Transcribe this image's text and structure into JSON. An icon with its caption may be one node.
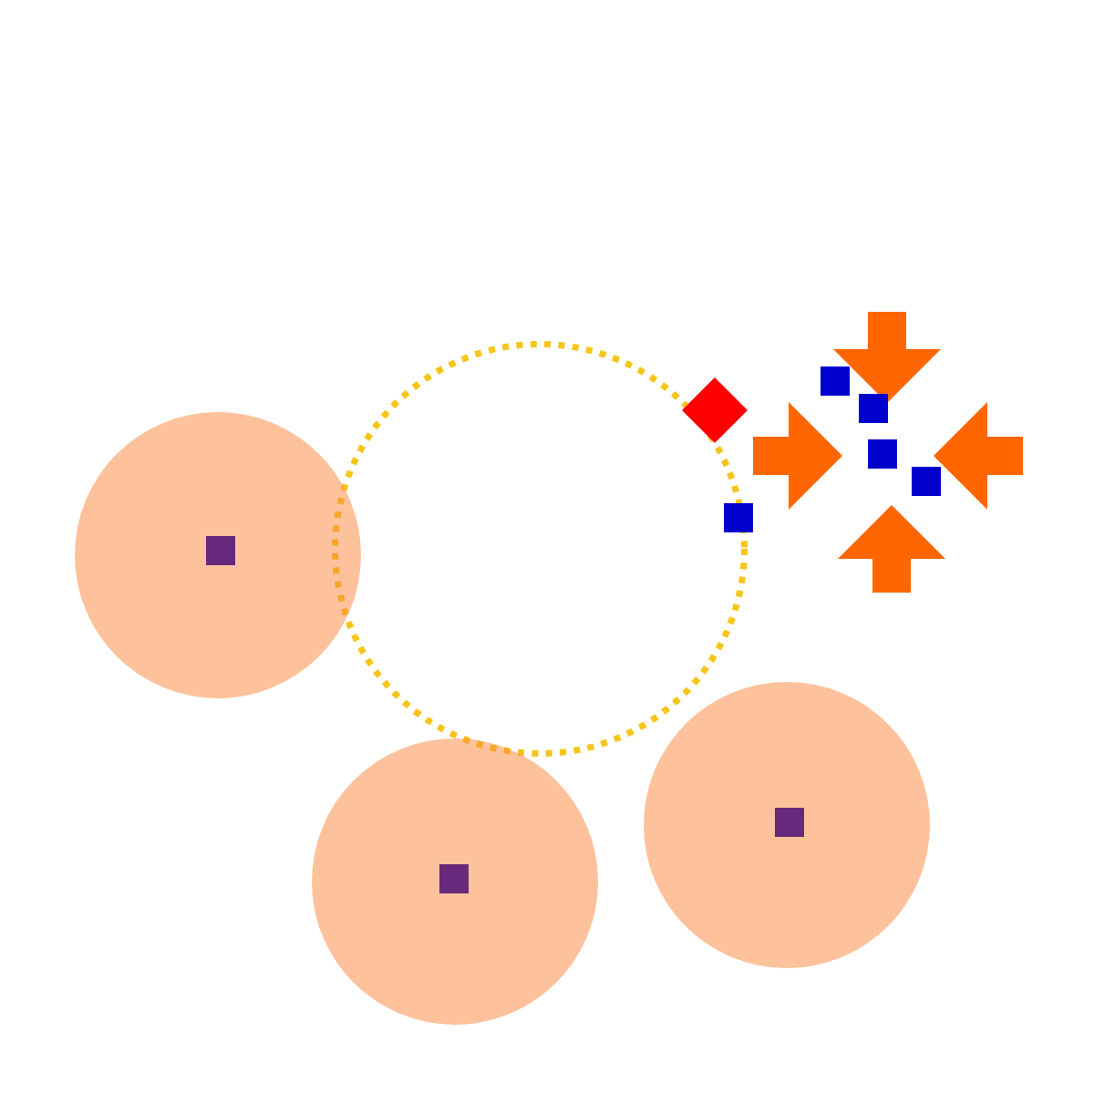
{
  "diagram": {
    "nodes": [
      {
        "text": [],
        "shape": "circle"
      },
      {
        "text": [],
        "shape": "diamond"
      },
      {
        "text": [],
        "shape": "box"
      },
      {
        "text": [],
        "shape": "box"
      },
      {
        "text": [],
        "shape": "box"
      },
      {
        "text": [],
        "shape": "box"
      },
      {
        "text": [],
        "shape": "box"
      },
      {
        "text": [],
        "shape": "circle"
      },
      {
        "text": [],
        "shape": "box",
        "in": 7
      },
      {
        "text": [],
        "shape": "circle"
      },
      {
        "text": [],
        "shape": "box",
        "in": 9
      },
      {
        "text": [],
        "shape": "circle"
      },
      {
        "text": [],
        "shape": "box",
        "in": 11
      }
    ],
    "edges": [
      {
        "from": null,
        "to": 5,
        "arrow": "to"
      },
      {
        "from": null,
        "to": 5,
        "arrow": "to"
      },
      {
        "from": null,
        "to": 5,
        "arrow": "to"
      },
      {
        "from": null,
        "to": 5,
        "arrow": "to"
      }
    ]
  }
}
